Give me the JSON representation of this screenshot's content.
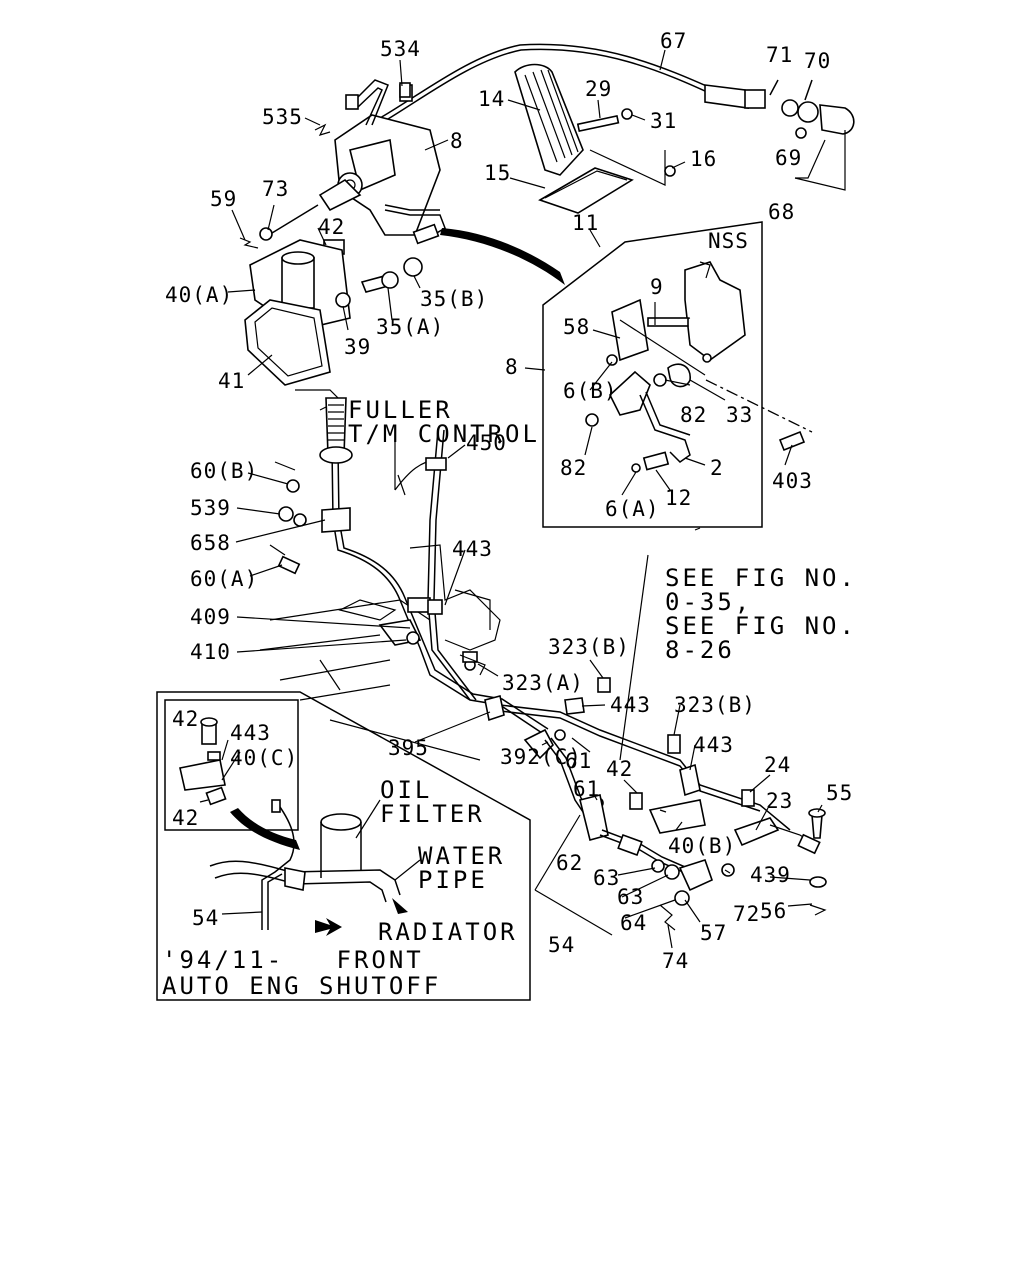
{
  "labels": {
    "p534": "534",
    "p67": "67",
    "p71": "71",
    "p70": "70",
    "p14": "14",
    "p29": "29",
    "p31": "31",
    "p535": "535",
    "p8a": "8",
    "p16": "16",
    "p15": "15",
    "p69": "69",
    "p59": "59",
    "p73": "73",
    "p42a": "42",
    "p68": "68",
    "p11": "11",
    "nss": "NSS",
    "p40a": "40(A)",
    "p35b": "35(B)",
    "p9": "9",
    "p58": "58",
    "p35a": "35(A)",
    "p39": "39",
    "p8b": "8",
    "p6b": "6(B)",
    "p41": "41",
    "p82a": "82",
    "p33": "33",
    "p450": "450",
    "p403": "403",
    "p60b": "60(B)",
    "p82b": "82",
    "p2": "2",
    "p12": "12",
    "p6a": "6(A)",
    "p539": "539",
    "p658": "658",
    "p443a": "443",
    "p60a": "60(A)",
    "p409": "409",
    "p410": "410",
    "p323b1": "323(B)",
    "p323a": "323(A)",
    "p443b": "443",
    "p323b2": "323(B)",
    "p42b": "42",
    "p443c": "443",
    "p40c": "40(C)",
    "p395": "395",
    "p443d": "443",
    "p61a": "61",
    "p392c": "392(C)",
    "p24": "24",
    "p42c": "42",
    "p61b": "61",
    "p55": "55",
    "p23": "23",
    "p42d": "42",
    "p40b": "40(B)",
    "p62": "62",
    "p439": "439",
    "p63a": "63",
    "p63b": "63",
    "p72": "72",
    "p56": "56",
    "p54a": "54",
    "p64": "64",
    "p57": "57",
    "p54b": "54",
    "p74": "74"
  },
  "notes": {
    "fuller_1": "FULLER",
    "fuller_2": "T/M CONTROL",
    "see_fig_1": "SEE FIG NO.",
    "see_fig_2": "0-35,",
    "see_fig_3": "SEE FIG NO.",
    "see_fig_4": "8-26",
    "oil_1": "OIL",
    "oil_2": "FILTER",
    "water_1": "WATER",
    "water_2": "PIPE",
    "radiator": "RADIATOR",
    "front_1": "'94/11-   FRONT",
    "front_2": "AUTO ENG SHUTOFF"
  }
}
